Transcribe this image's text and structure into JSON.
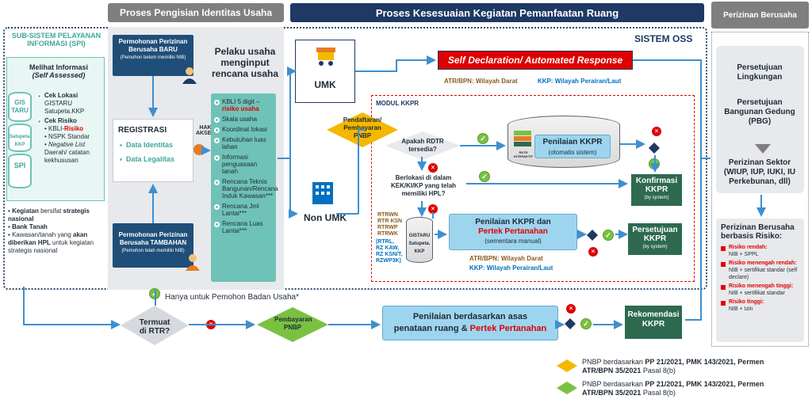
{
  "headers": {
    "identitas": "Proses Pengisian Identitas Usaha",
    "kesesuaian": "Proses Kesesuaian Kegiatan Pemanfaatan Ruang",
    "perizinan": "Perizinan Berusaha"
  },
  "sistem_oss": "SISTEM OSS",
  "spi": {
    "title": "SUB-SISTEM PELAYANAN INFORMASI (SPI)",
    "melihat_title": "Melihat Informasi",
    "melihat_sub": "(Self Assessed)",
    "db_gis": "GIS TARU",
    "db_satupeta": "Satupeta. KKP",
    "db_spi": "SPI",
    "cek_lokasi": "Cek Lokasi",
    "cek_lokasi_items": [
      "GISTARU",
      "Satupeta.KKP"
    ],
    "cek_risiko": "Cek Risiko",
    "kbli": "KBLI-",
    "kbli_red": "Risiko",
    "nspk": "NSPK Standar",
    "negative": "Negative List",
    "negative_rest": "Daerah/ catatan kekhususan",
    "notes": [
      {
        "b": "Kegiatan",
        "t": " bersifat ",
        "b2": "strategis nasional"
      },
      {
        "b": "Bank Tanah",
        "t": "",
        "b2": ""
      },
      {
        "t0": "Kawasan/tanah yang ",
        "b": "akan diberikan HPL",
        "t": " untuk kegiatan strategis nasional",
        "b2": ""
      }
    ]
  },
  "identitas": {
    "baru_title": "Permohonan Perizinan Berusaha BARU",
    "baru_sub": "(Pemohon belum memiliki NIB)",
    "registrasi": "REGISTRASI",
    "data_identitas": "Data Identitas",
    "data_legalitas": "Data Legalitas",
    "hak_akses": "HAK AKSES",
    "tambahan_title": "Permohonan Perizinan Berusaha TAMBAHAN",
    "tambahan_sub": "(Pemohon telah memiliki NIB)",
    "pelaku": "Pelaku usaha menginput rencana usaha",
    "rencana_items": [
      {
        "t": "KBLI 5 digit – ",
        "r": "risiko usaha"
      },
      {
        "t": "Skala usaha",
        "r": ""
      },
      {
        "t": "Koordinat lokasi",
        "r": ""
      },
      {
        "t": "Kebutuhan luas lahan",
        "r": ""
      },
      {
        "t": "Informasi penguasaan tanah",
        "r": ""
      },
      {
        "t": "Rencana Teknis Bangunan/Rencana Induk Kawasan***",
        "r": ""
      },
      {
        "t": "Rencana Jml Lantai***",
        "r": ""
      },
      {
        "t": "Rencana Luas Lantai***",
        "r": ""
      }
    ]
  },
  "kesesuaian": {
    "umk": "UMK",
    "non_umk": "Non UMK",
    "self_decl": "Self Declaration/ Automated Response",
    "atr_darat": "ATR/BPN: Wilayah Darat",
    "kkp_laut": "KKP: Wilayah Perairan/Laut",
    "modul": "MODUL KKPR",
    "pendaftaran": "Pendaftaran/ Pembayaran PNBP",
    "apakah_rdtr": "Apakah RDTR tersedia?",
    "berlokasi": "Berlokasi di dalam KEK/KI/KP yang telah memiliki HPL?",
    "penilaian_auto": "Penilaian KKPR",
    "penilaian_auto_sub": "(otomatis sistem)",
    "rdtr_interaktif": "RDTR INTERAKTIF",
    "rtr_list": [
      "RTRWN",
      "RTR KSN",
      "RTRWP",
      "RTRWK"
    ],
    "rz_list": [
      "(RTRL,",
      "RZ KAW,",
      "RZ KSN/T,",
      "RZWP3K)"
    ],
    "gistaru_db": "GISTARU Satupeta. KKP",
    "penilaian_manual": "Penilaian KKPR dan",
    "pertek": "Pertek Pertanahan",
    "sementara": "(sementara manual)",
    "atr_darat2": "ATR/BPN: Wilayah Darat",
    "kkp_laut2": "KKP: Wilayah Perairan/Laut",
    "konfirmasi": "Konfirmasi KKPR",
    "persetujuan": "Persetujuan KKPR",
    "by_system": "(by system)",
    "hanya": "Hanya untuk Pemohon Badan Usaha*",
    "termuat": "Termuat di RTR?",
    "pembayaran": "Pembayaran PNBP",
    "penilaian_asas": "Penilaian berdasarkan asas",
    "penataan": "penataan ruang & ",
    "pertek2": "Pertek Pertanahan",
    "rekomendasi": "Rekomendasi KKPR"
  },
  "perizinan": {
    "lingkungan": "Persetujuan Lingkungan",
    "pbg": "Persetujuan Bangunan Gedung (PBG)",
    "sektor": "Perizinan Sektor (WIUP, IUP, IUKI, IU Perkebunan, dll)",
    "risiko_title": "Perizinan Berusaha berbasis Risiko:",
    "risiko_items": [
      {
        "r": "Risiko rendah:",
        "t": "NIB + SPPL"
      },
      {
        "r": "Risiko menengah rendah:",
        "t": "NIB + sertifikat standar (self declare)"
      },
      {
        "r": "Risiko menengah tinggi:",
        "t": "NIB + sertifikat standar"
      },
      {
        "r": "Risiko tinggi:",
        "t": "NIB + Izin"
      }
    ]
  },
  "legend": [
    {
      "pre": "PNBP berdasarkan ",
      "b": "PP 21/2021, PMK 143/2021, Permen ATR/BPN 35/2021",
      "post": " Pasal 8(b)",
      "color": "#f5b800"
    },
    {
      "pre": "PNBP berdasarkan ",
      "b": "PP 21/2021, PMK 143/2021, Permen ATR/BPN 35/2021",
      "post": " Pasal 8(b)",
      "color": "#7ac142"
    }
  ]
}
